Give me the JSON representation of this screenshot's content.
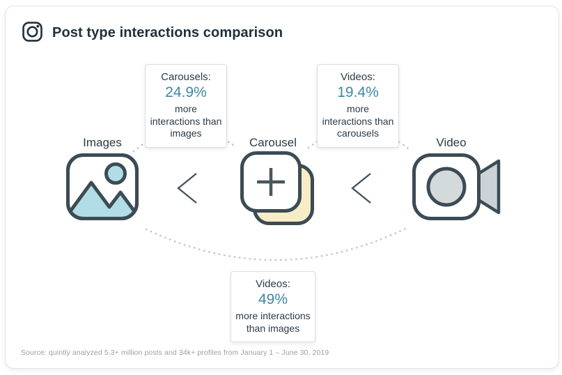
{
  "header": {
    "title": "Post type interactions comparison",
    "icon": "instagram-icon"
  },
  "diagram": {
    "post_types": [
      {
        "label": "Images",
        "icon": "image-icon"
      },
      {
        "label": "Carousel",
        "icon": "carousel-icon"
      },
      {
        "label": "Video",
        "icon": "video-camera-icon"
      }
    ],
    "relation_symbol": "<",
    "callouts": [
      {
        "label": "Carousels:",
        "value": "24.9%",
        "description": "more interactions than images"
      },
      {
        "label": "Videos:",
        "value": "19.4%",
        "description": "more interactions than carousels"
      },
      {
        "label": "Videos:",
        "value": "49%",
        "description": "more interactions than images"
      }
    ]
  },
  "footer": {
    "source": "Source: quintly analyzed 5.3+ million posts and 34k+ profiles from January 1 – June 30, 2019"
  },
  "colors": {
    "accent_teal": "#3f87a2",
    "navy_text": "#2a3a47",
    "icon_stroke": "#3c4b54",
    "light_blue": "#b2dde6",
    "pale_yellow": "#f6ecc6",
    "gray_fill": "#ccd3d7",
    "dot_gray": "#c4c4c4"
  }
}
